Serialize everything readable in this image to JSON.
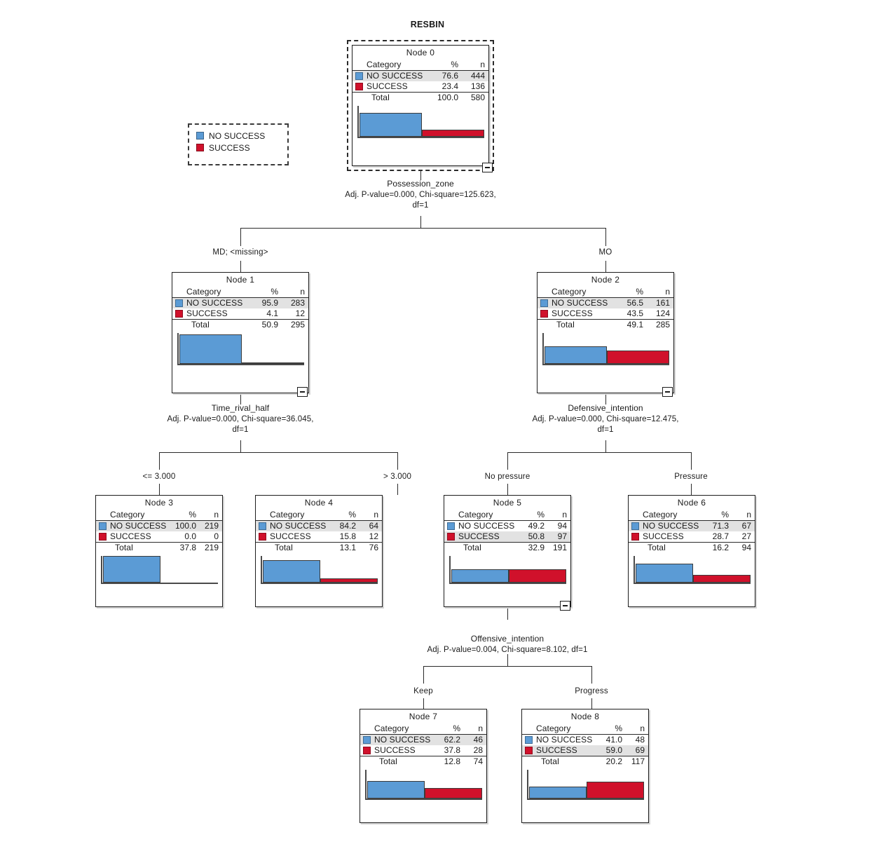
{
  "diagram": {
    "title": "RESBIN",
    "type": "chaid-decision-tree",
    "colors": {
      "no_success": "#5b9bd5",
      "success": "#d0112b",
      "highlight_row": "#e2e2e2",
      "line": "#2a2a2a"
    },
    "columns": {
      "category": "Category",
      "percent": "%",
      "n": "n",
      "total": "Total"
    }
  },
  "legend": {
    "items": [
      {
        "label": "NO SUCCESS",
        "color": "#5b9bd5"
      },
      {
        "label": "SUCCESS",
        "color": "#d0112b"
      }
    ]
  },
  "nodes": {
    "node0": {
      "title": "Node 0",
      "rows": [
        {
          "label": "NO SUCCESS",
          "pct": "76.6",
          "n": "444",
          "highlight": true
        },
        {
          "label": "SUCCESS",
          "pct": "23.4",
          "n": "136",
          "highlight": false
        }
      ],
      "total": {
        "label": "Total",
        "pct": "100.0",
        "n": "580"
      },
      "bars": {
        "no_success": 76.6,
        "success": 23.4
      }
    },
    "node1": {
      "title": "Node 1",
      "rows": [
        {
          "label": "NO SUCCESS",
          "pct": "95.9",
          "n": "283",
          "highlight": true
        },
        {
          "label": "SUCCESS",
          "pct": "4.1",
          "n": "12",
          "highlight": false
        }
      ],
      "total": {
        "label": "Total",
        "pct": "50.9",
        "n": "295"
      },
      "bars": {
        "no_success": 95.9,
        "success": 4.1
      }
    },
    "node2": {
      "title": "Node 2",
      "rows": [
        {
          "label": "NO SUCCESS",
          "pct": "56.5",
          "n": "161",
          "highlight": true
        },
        {
          "label": "SUCCESS",
          "pct": "43.5",
          "n": "124",
          "highlight": false
        }
      ],
      "total": {
        "label": "Total",
        "pct": "49.1",
        "n": "285"
      },
      "bars": {
        "no_success": 56.5,
        "success": 43.5
      }
    },
    "node3": {
      "title": "Node 3",
      "rows": [
        {
          "label": "NO SUCCESS",
          "pct": "100.0",
          "n": "219",
          "highlight": true
        },
        {
          "label": "SUCCESS",
          "pct": "0.0",
          "n": "0",
          "highlight": false
        }
      ],
      "total": {
        "label": "Total",
        "pct": "37.8",
        "n": "219"
      },
      "bars": {
        "no_success": 100.0,
        "success": 0.0
      }
    },
    "node4": {
      "title": "Node 4",
      "rows": [
        {
          "label": "NO SUCCESS",
          "pct": "84.2",
          "n": "64",
          "highlight": true
        },
        {
          "label": "SUCCESS",
          "pct": "15.8",
          "n": "12",
          "highlight": false
        }
      ],
      "total": {
        "label": "Total",
        "pct": "13.1",
        "n": "76"
      },
      "bars": {
        "no_success": 84.2,
        "success": 15.8
      }
    },
    "node5": {
      "title": "Node 5",
      "rows": [
        {
          "label": "NO SUCCESS",
          "pct": "49.2",
          "n": "94",
          "highlight": false
        },
        {
          "label": "SUCCESS",
          "pct": "50.8",
          "n": "97",
          "highlight": true
        }
      ],
      "total": {
        "label": "Total",
        "pct": "32.9",
        "n": "191"
      },
      "bars": {
        "no_success": 49.2,
        "success": 50.8
      }
    },
    "node6": {
      "title": "Node 6",
      "rows": [
        {
          "label": "NO SUCCESS",
          "pct": "71.3",
          "n": "67",
          "highlight": true
        },
        {
          "label": "SUCCESS",
          "pct": "28.7",
          "n": "27",
          "highlight": false
        }
      ],
      "total": {
        "label": "Total",
        "pct": "16.2",
        "n": "94"
      },
      "bars": {
        "no_success": 71.3,
        "success": 28.7
      }
    },
    "node7": {
      "title": "Node 7",
      "rows": [
        {
          "label": "NO SUCCESS",
          "pct": "62.2",
          "n": "46",
          "highlight": true
        },
        {
          "label": "SUCCESS",
          "pct": "37.8",
          "n": "28",
          "highlight": false
        }
      ],
      "total": {
        "label": "Total",
        "pct": "12.8",
        "n": "74"
      },
      "bars": {
        "no_success": 62.2,
        "success": 37.8
      }
    },
    "node8": {
      "title": "Node 8",
      "rows": [
        {
          "label": "NO SUCCESS",
          "pct": "41.0",
          "n": "48",
          "highlight": false
        },
        {
          "label": "SUCCESS",
          "pct": "59.0",
          "n": "69",
          "highlight": true
        }
      ],
      "total": {
        "label": "Total",
        "pct": "20.2",
        "n": "117"
      },
      "bars": {
        "no_success": 41.0,
        "success": 59.0
      }
    }
  },
  "splits": {
    "split0": {
      "variable": "Possession_zone",
      "stats_line1": "Adj. P-value=0.000, Chi-square=125.623,",
      "stats_line2": "df=1"
    },
    "split1": {
      "variable": "Time_rival_half",
      "stats_line1": "Adj. P-value=0.000, Chi-square=36.045,",
      "stats_line2": "df=1"
    },
    "split2": {
      "variable": "Defensive_intention",
      "stats_line1": "Adj. P-value=0.000, Chi-square=12.475,",
      "stats_line2": "df=1"
    },
    "split5": {
      "variable": "Offensive_intention",
      "stats_line1": "Adj. P-value=0.004, Chi-square=8.102, df=1",
      "stats_line2": ""
    }
  },
  "branches": {
    "b_node1": "MD;  <missing>",
    "b_node2": "MO",
    "b_node3": "<= 3.000",
    "b_node4": "> 3.000",
    "b_node5": "No pressure",
    "b_node6": "Pressure",
    "b_node7": "Keep",
    "b_node8": "Progress"
  }
}
